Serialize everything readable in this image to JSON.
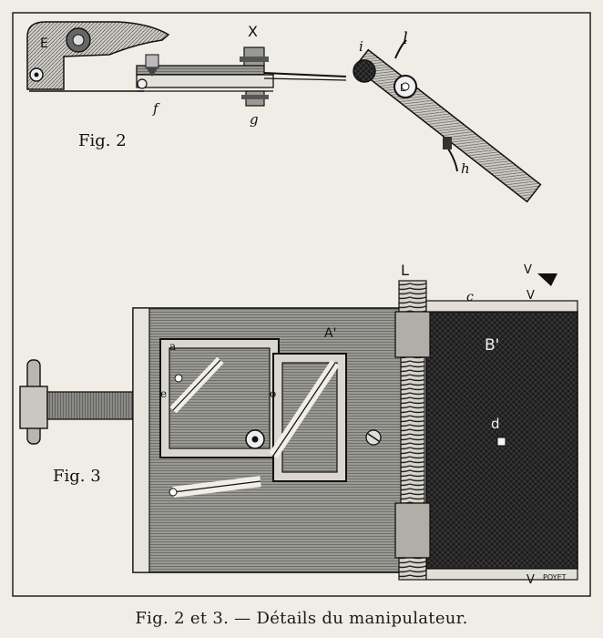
{
  "figures": {
    "fig2": {
      "title": "Fig. 2",
      "labels": {
        "E": "E",
        "X": "X",
        "f": "f",
        "g": "g",
        "i": "i",
        "l": "l",
        "L": "L",
        "h": "h",
        "V": "V"
      }
    },
    "fig3": {
      "title": "Fig. 3",
      "labels": {
        "L": "L",
        "c": "c",
        "V_top": "V",
        "A": "A'",
        "B": "B'",
        "d": "d",
        "a": "a",
        "e": "e",
        "o": "o",
        "V_bottom": "V"
      }
    }
  },
  "signature": "POYET",
  "caption": "Fig. 2 et 3. — Détails du manipulateur.",
  "colors": {
    "paper": "#efede6",
    "ink": "#111111",
    "plate": "#7b7b77",
    "dark_panel": "#1c1c1c",
    "frame": "#d9d7cf"
  }
}
